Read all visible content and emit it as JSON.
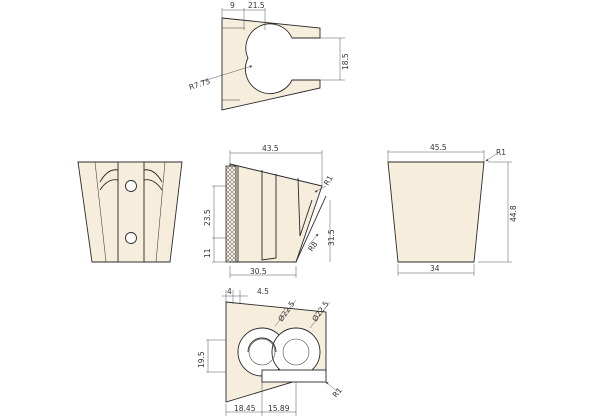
{
  "dimensions": {
    "top_view": {
      "d1": "9",
      "d2": "21.5",
      "d3": "18.5",
      "d4": "R7.75"
    },
    "side_view": {
      "d1": "43.5",
      "d2": "R1",
      "d3": "23.5",
      "d4": "11",
      "d5": "31.5",
      "d6": "R8",
      "d7": "30.5"
    },
    "right_view": {
      "d1": "45.5",
      "d2": "R1",
      "d3": "44.8",
      "d4": "34"
    },
    "bottom_view": {
      "d1": "4",
      "d2": "4.5",
      "d3": "Ø22.5",
      "d4": "Ø22.5",
      "d5": "19.5",
      "d6": "18.45",
      "d7": "15.89",
      "d8": "R1"
    }
  }
}
